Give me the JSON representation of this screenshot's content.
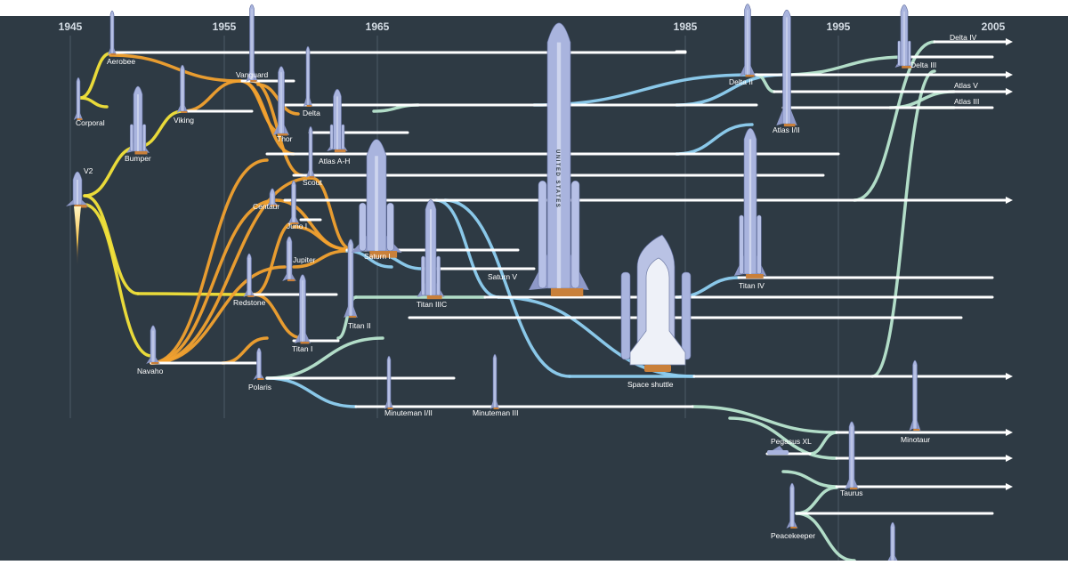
{
  "diagram": {
    "colors": {
      "background": "#2e3a44",
      "timeline": "#ffffff",
      "era_1940s": "#f3e33a",
      "era_1950s": "#f2a12f",
      "era_1970s": "#8fd0f2",
      "era_1990s": "#b9e6d0",
      "rocket_body": "#a9b4de",
      "year_grid": "#4c5a66"
    },
    "years": [
      "1945",
      "1955",
      "1965",
      "1985",
      "1995",
      "2005"
    ],
    "rockets": [
      {
        "id": "aerobee",
        "label": "Aerobee"
      },
      {
        "id": "corporal",
        "label": "Corporal"
      },
      {
        "id": "bumper",
        "label": "Bumper"
      },
      {
        "id": "viking",
        "label": "Viking"
      },
      {
        "id": "v2",
        "label": "V2"
      },
      {
        "id": "vanguard",
        "label": "Vanguard"
      },
      {
        "id": "delta",
        "label": "Delta"
      },
      {
        "id": "thor",
        "label": "Thor"
      },
      {
        "id": "atlas-a-h",
        "label": "Atlas A-H"
      },
      {
        "id": "scout",
        "label": "Scout"
      },
      {
        "id": "centaur",
        "label": "Centaur"
      },
      {
        "id": "juno-i",
        "label": "Juno I"
      },
      {
        "id": "jupiter",
        "label": "Jupiter"
      },
      {
        "id": "redstone",
        "label": "Redstone"
      },
      {
        "id": "navaho",
        "label": "Navaho"
      },
      {
        "id": "polaris",
        "label": "Polaris"
      },
      {
        "id": "titan-i",
        "label": "Titan I"
      },
      {
        "id": "titan-ii",
        "label": "Titan II"
      },
      {
        "id": "saturn-i",
        "label": "Saturn I"
      },
      {
        "id": "titan-iiic",
        "label": "Titan IIIC"
      },
      {
        "id": "saturn-v",
        "label": "Saturn V"
      },
      {
        "id": "minuteman-i-ii",
        "label": "Minuteman I/II"
      },
      {
        "id": "minuteman-iii",
        "label": "Minuteman III"
      },
      {
        "id": "space-shuttle",
        "label": "Space shuttle"
      },
      {
        "id": "delta-ii",
        "label": "Delta II"
      },
      {
        "id": "atlas-i-ii",
        "label": "Atlas I/II"
      },
      {
        "id": "titan-iv",
        "label": "Titan IV"
      },
      {
        "id": "delta-iv",
        "label": "Delta IV"
      },
      {
        "id": "delta-iii",
        "label": "Delta III"
      },
      {
        "id": "atlas-v",
        "label": "Atlas V"
      },
      {
        "id": "atlas-iii",
        "label": "Atlas III"
      },
      {
        "id": "pegasus-xl",
        "label": "Pegasus XL"
      },
      {
        "id": "minotaur",
        "label": "Minotaur"
      },
      {
        "id": "taurus",
        "label": "Taurus"
      },
      {
        "id": "peacekeeper",
        "label": "Peacekeeper"
      }
    ],
    "shuttle_side_text": "UNITED STATES"
  }
}
